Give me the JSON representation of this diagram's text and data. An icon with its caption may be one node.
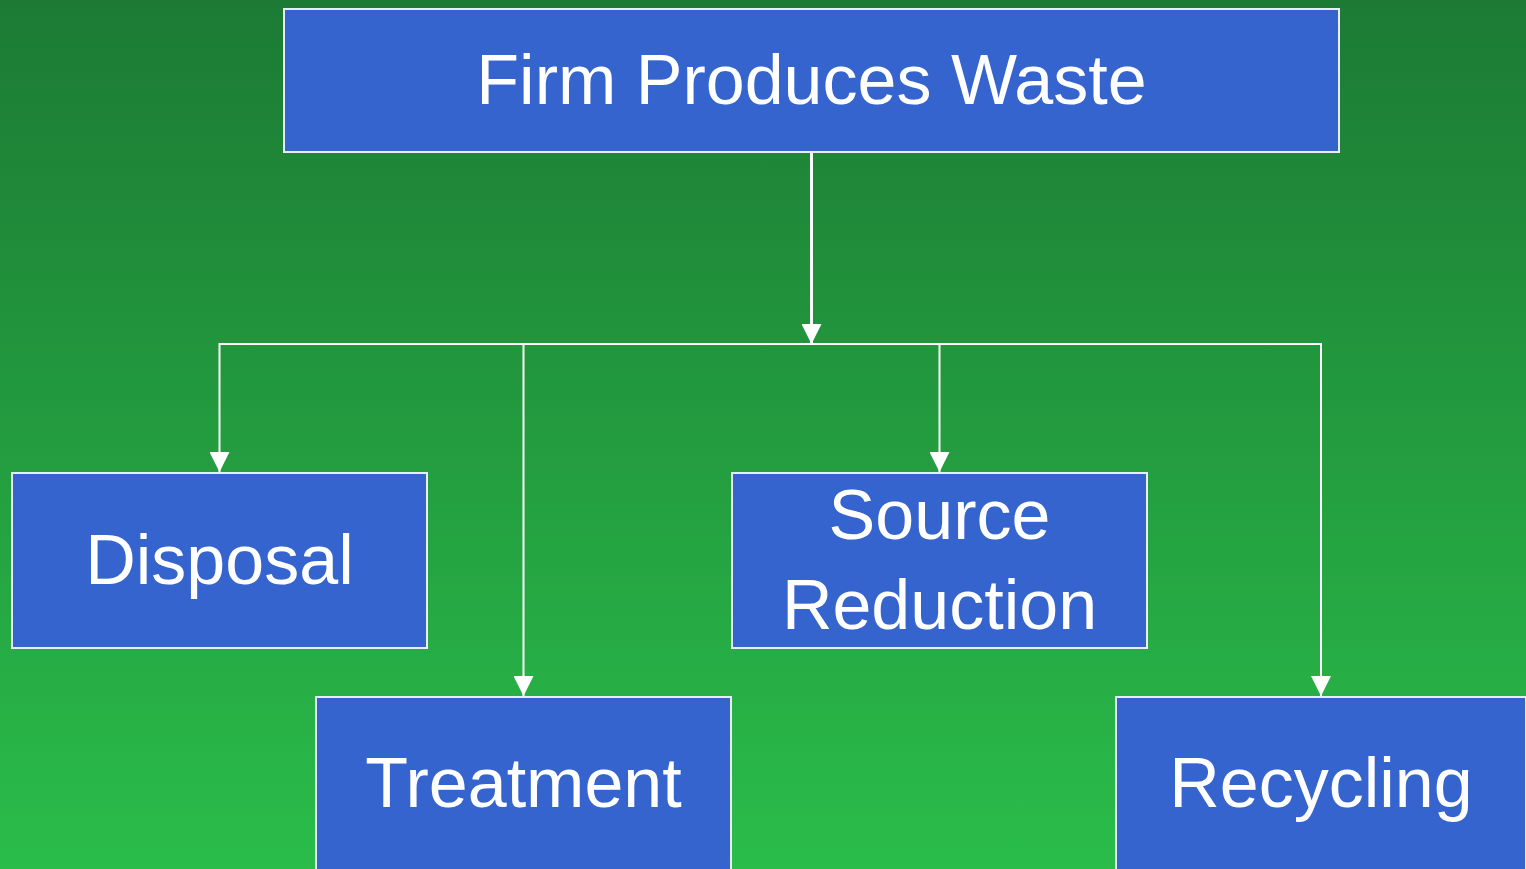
{
  "diagram": {
    "nodes": [
      {
        "text": [
          "Firm Produces Waste"
        ]
      },
      {
        "text": [
          "Disposal"
        ]
      },
      {
        "text": [
          "Source Reduction"
        ]
      },
      {
        "text": [
          "Treatment"
        ]
      },
      {
        "text": [
          "Recycling"
        ]
      }
    ],
    "edges": [
      {
        "from": 0,
        "to": 1,
        "arrow": "to"
      },
      {
        "from": 0,
        "to": 3,
        "arrow": "to"
      },
      {
        "from": 0,
        "to": 2,
        "arrow": "to"
      },
      {
        "from": 0,
        "to": 4,
        "arrow": "to"
      }
    ]
  }
}
